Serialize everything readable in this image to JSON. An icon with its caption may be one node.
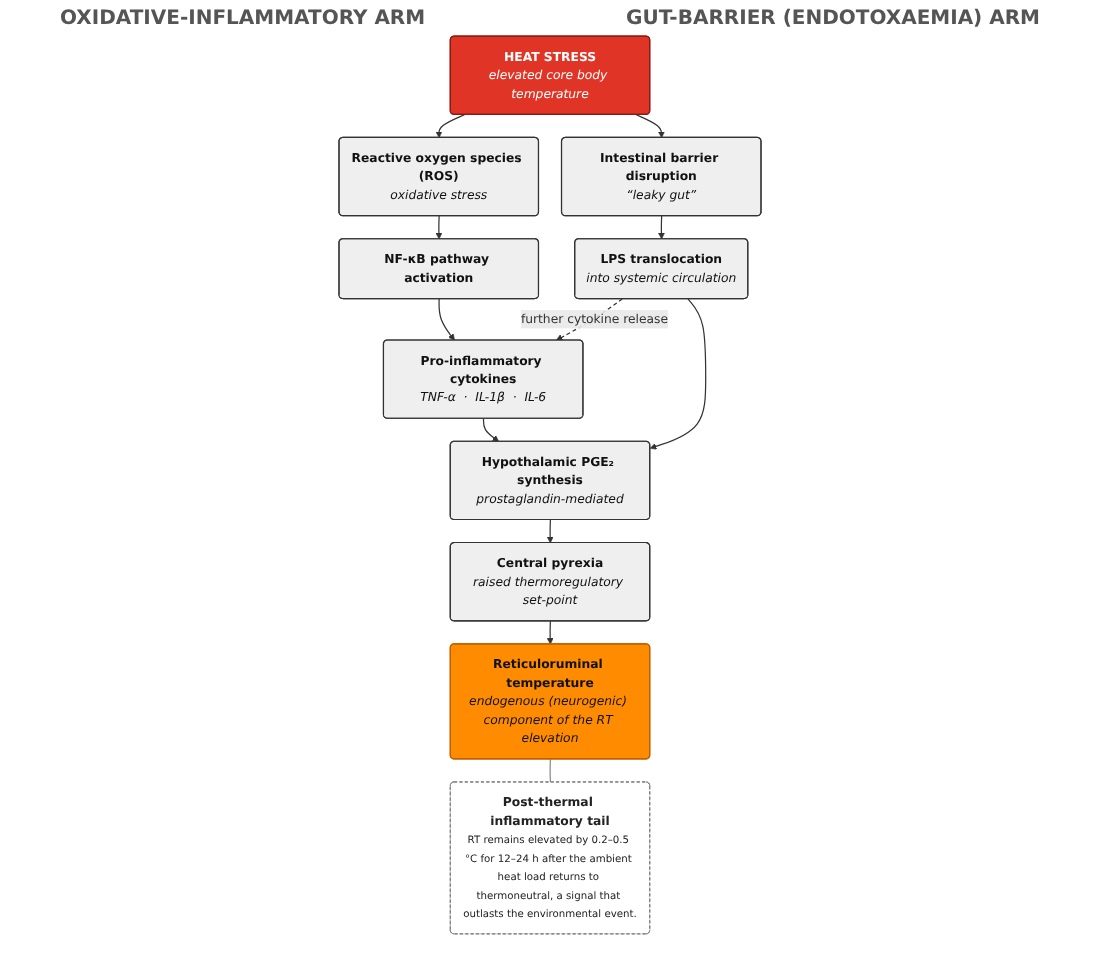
{
  "diagram": {
    "nodes": [
      {
        "text": [
          "HEAT STRESS",
          "elevated core body temperature"
        ]
      },
      {
        "text": [
          "Reactive oxygen species (ROS)",
          "oxidative stress"
        ]
      },
      {
        "text": [
          "Intestinal barrier disruption",
          "“leaky gut”"
        ]
      },
      {
        "text": [
          "NF-κB pathway activation"
        ]
      },
      {
        "text": [
          "LPS translocation",
          "into systemic circulation"
        ]
      },
      {
        "text": [
          "Pro-inflammatory cytokines",
          "TNF-α  ·  IL-1β  ·  IL-6"
        ]
      },
      {
        "text": [
          "Hypothalamic PGE₂ synthesis",
          "prostaglandin-mediated"
        ]
      },
      {
        "text": [
          "Central pyrexia",
          "raised thermoregulatory set-point"
        ]
      },
      {
        "text": [
          "Reticuloruminal temperature",
          "endogenous (neurogenic) component of the RT elevation"
        ]
      },
      {
        "text": [
          "Post-thermal inflammatory tail",
          "RT remains elevated by 0.2–0.5 °C for 12–24 h after the ambient heat load returns to thermoneutral, a signal that outlasts the environmental event."
        ]
      }
    ],
    "edges": [
      {
        "from": 0,
        "to": 1,
        "arrow": "to"
      },
      {
        "from": 0,
        "to": 2,
        "arrow": "to"
      },
      {
        "from": 1,
        "to": 3,
        "arrow": "to"
      },
      {
        "from": 2,
        "to": 4,
        "arrow": "to"
      },
      {
        "from": 3,
        "to": 5,
        "arrow": "to"
      },
      {
        "from": 4,
        "to": 5,
        "arrow": "to",
        "label": "further cytokine release",
        "style": "dashed"
      },
      {
        "from": 5,
        "to": 6,
        "arrow": "to"
      },
      {
        "from": 4,
        "to": 6,
        "arrow": "to"
      },
      {
        "from": 6,
        "to": 7,
        "arrow": "to"
      },
      {
        "from": 7,
        "to": 8,
        "arrow": "to"
      },
      {
        "from": 8,
        "to": 9,
        "arrow": "none",
        "color": "#888888"
      }
    ],
    "labels": [
      "OXIDATIVE-INFLAMMATORY ARM",
      "GUT-BARRIER (ENDOTOXAEMIA) ARM"
    ]
  }
}
